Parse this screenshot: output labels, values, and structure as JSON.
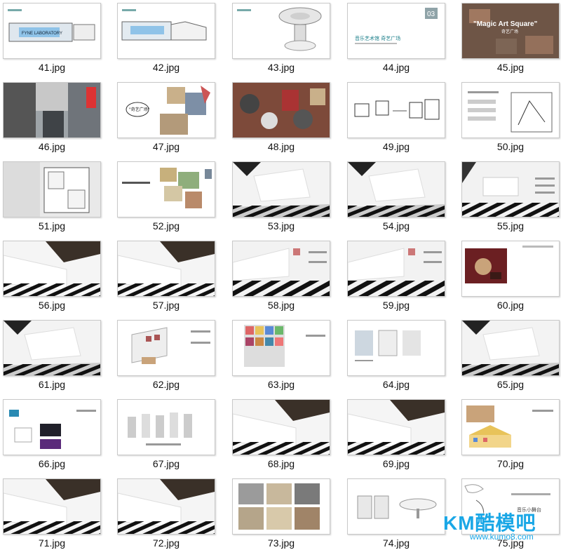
{
  "gallery": {
    "items": [
      {
        "name": "41.jpg",
        "style": "plan-blue"
      },
      {
        "name": "42.jpg",
        "style": "plan-blue2"
      },
      {
        "name": "43.jpg",
        "style": "disc-object"
      },
      {
        "name": "44.jpg",
        "style": "title-slide"
      },
      {
        "name": "45.jpg",
        "style": "aerial-title"
      },
      {
        "name": "46.jpg",
        "style": "collage-dark"
      },
      {
        "name": "47.jpg",
        "style": "collage-light"
      },
      {
        "name": "48.jpg",
        "style": "collage-red"
      },
      {
        "name": "49.jpg",
        "style": "sketch-boxes"
      },
      {
        "name": "50.jpg",
        "style": "sketch-text"
      },
      {
        "name": "51.jpg",
        "style": "floorplan"
      },
      {
        "name": "52.jpg",
        "style": "material-board"
      },
      {
        "name": "53.jpg",
        "style": "white-interior"
      },
      {
        "name": "54.jpg",
        "style": "white-interior"
      },
      {
        "name": "55.jpg",
        "style": "interior-labels"
      },
      {
        "name": "56.jpg",
        "style": "stripe-hall"
      },
      {
        "name": "57.jpg",
        "style": "stripe-hall"
      },
      {
        "name": "58.jpg",
        "style": "interior-labels2"
      },
      {
        "name": "59.jpg",
        "style": "interior-labels2"
      },
      {
        "name": "60.jpg",
        "style": "red-room"
      },
      {
        "name": "61.jpg",
        "style": "white-interior"
      },
      {
        "name": "62.jpg",
        "style": "room-box"
      },
      {
        "name": "63.jpg",
        "style": "color-wall"
      },
      {
        "name": "64.jpg",
        "style": "photo-strip"
      },
      {
        "name": "65.jpg",
        "style": "white-interior"
      },
      {
        "name": "66.jpg",
        "style": "diagram-dark"
      },
      {
        "name": "67.jpg",
        "style": "display-units"
      },
      {
        "name": "68.jpg",
        "style": "stripe-hall"
      },
      {
        "name": "69.jpg",
        "style": "stripe-hall"
      },
      {
        "name": "70.jpg",
        "style": "facade-elev"
      },
      {
        "name": "71.jpg",
        "style": "stripe-hall"
      },
      {
        "name": "72.jpg",
        "style": "stripe-hall"
      },
      {
        "name": "73.jpg",
        "style": "photo-grid"
      },
      {
        "name": "74.jpg",
        "style": "stage-parts"
      },
      {
        "name": "75.jpg",
        "style": "stage-title"
      }
    ]
  },
  "thumb_text": {
    "t41": "FYNE LABORATORY",
    "t44_num": "03",
    "t44_title": "音乐艺术馆  奇艺广场",
    "t45_title": "\"Magic Art Square\"",
    "t45_sub": "奇艺广场",
    "t47_label": "\"奇艺广场\"",
    "t75_title": "音乐小舞台"
  },
  "watermark": {
    "brand": "KM酷模吧",
    "url": "www.kumo8.com"
  },
  "colors": {
    "watermark": "#1aa7e6",
    "thumb_border": "#c9c9c9",
    "caption": "#111111"
  }
}
